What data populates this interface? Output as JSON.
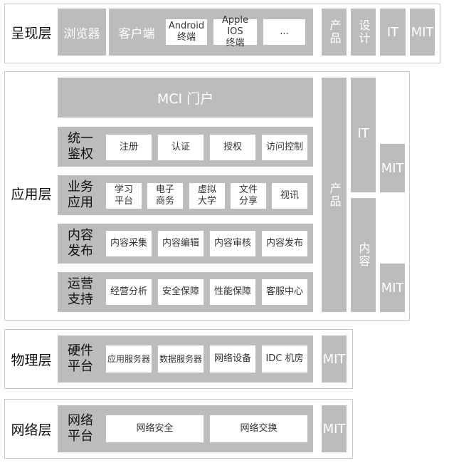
{
  "presentation": {
    "label": "呈现层",
    "browser": "浏览器",
    "client": "客户端",
    "platforms": [
      "Android\n终端",
      "Apple IOS\n终端",
      "..."
    ],
    "side": [
      "产品",
      "设计",
      "IT",
      "MIT"
    ]
  },
  "application": {
    "label": "应用层",
    "portal": "MCI 门户",
    "rows": [
      {
        "title": "统一\n鉴权",
        "items": [
          "注册",
          "认证",
          "授权",
          "访问控制"
        ]
      },
      {
        "title": "业务\n应用",
        "items": [
          "学习\n平台",
          "电子\n商务",
          "虚拟\n大学",
          "文件\n分享",
          "视讯"
        ]
      },
      {
        "title": "内容\n发布",
        "items": [
          "内容采集",
          "内容编辑",
          "内容审核",
          "内容发布"
        ]
      },
      {
        "title": "运营\n支持",
        "items": [
          "经营分析",
          "安全保障",
          "性能保障",
          "客服中心"
        ]
      }
    ],
    "side_product": "产品",
    "side_it": "IT",
    "side_content": "内容",
    "side_mit_1": "MIT",
    "side_mit_2": "MIT"
  },
  "physical": {
    "label": "物理层",
    "title": "硬件\n平台",
    "items": [
      "应用服务器",
      "数据服务器",
      "网络设备",
      "IDC 机房"
    ],
    "side": "MIT"
  },
  "network": {
    "label": "网络层",
    "title": "网络\n平台",
    "items": [
      "网络安全",
      "网络交换"
    ],
    "side": "MIT"
  }
}
